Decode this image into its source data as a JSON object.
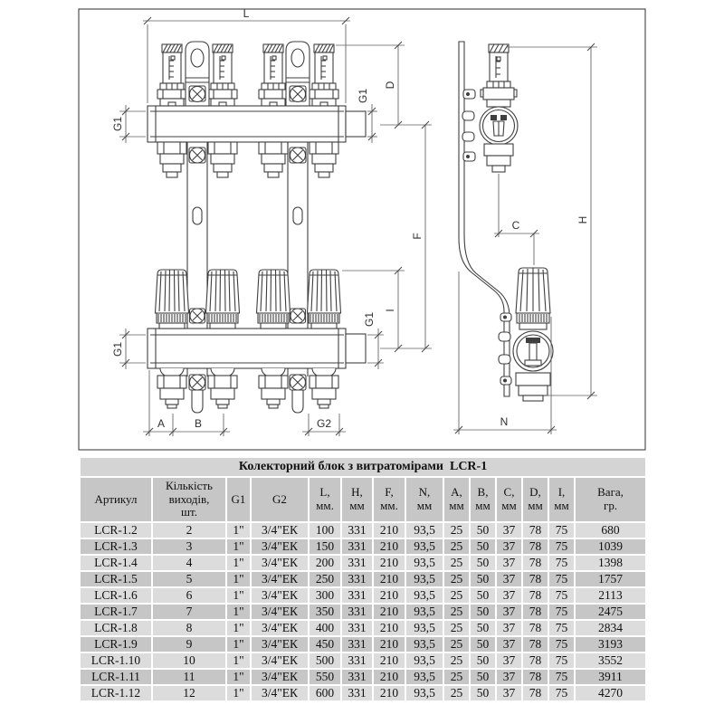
{
  "drawing": {
    "dim_labels": {
      "L": "L",
      "D": "D",
      "F": "F",
      "I": "I",
      "A": "A",
      "B": "B",
      "C": "C",
      "N": "N",
      "H": "H",
      "G1_top_left": "G1",
      "G1_top_right": "G1",
      "G1_bottom_left": "G1",
      "G1_bottom_right": "G1",
      "G2": "G2"
    }
  },
  "table": {
    "title": "Колекторний блок з витратомірами  LCR-1",
    "columns": [
      "Артикул",
      "Кількість\nвиходів,\nшт.",
      "G1",
      "G2",
      "L,\nмм.",
      "H,\nмм",
      "F,\nмм.",
      "N,\nмм",
      "A,\nмм",
      "B,\nмм",
      "C,\nмм",
      "D,\nмм",
      "I,\nмм",
      "Вага,\nгр."
    ],
    "rows": [
      [
        "LCR-1.2",
        "2",
        "1\"",
        "3/4\"ЕК",
        "100",
        "331",
        "210",
        "93,5",
        "25",
        "50",
        "37",
        "78",
        "75",
        "680"
      ],
      [
        "LCR-1.3",
        "3",
        "1\"",
        "3/4\"ЕК",
        "150",
        "331",
        "210",
        "93,5",
        "25",
        "50",
        "37",
        "78",
        "75",
        "1039"
      ],
      [
        "LCR-1.4",
        "4",
        "1\"",
        "3/4\"ЕК",
        "200",
        "331",
        "210",
        "93,5",
        "25",
        "50",
        "37",
        "78",
        "75",
        "1398"
      ],
      [
        "LCR-1.5",
        "5",
        "1\"",
        "3/4\"ЕК",
        "250",
        "331",
        "210",
        "93,5",
        "25",
        "50",
        "37",
        "78",
        "75",
        "1757"
      ],
      [
        "LCR-1.6",
        "6",
        "1\"",
        "3/4\"ЕК",
        "300",
        "331",
        "210",
        "93,5",
        "25",
        "50",
        "37",
        "78",
        "75",
        "2113"
      ],
      [
        "LCR-1.7",
        "7",
        "1\"",
        "3/4\"ЕК",
        "350",
        "331",
        "210",
        "93,5",
        "25",
        "50",
        "37",
        "78",
        "75",
        "2475"
      ],
      [
        "LCR-1.8",
        "8",
        "1\"",
        "3/4\"ЕК",
        "400",
        "331",
        "210",
        "93,5",
        "25",
        "50",
        "37",
        "78",
        "75",
        "2834"
      ],
      [
        "LCR-1.9",
        "9",
        "1\"",
        "3/4\"ЕК",
        "450",
        "331",
        "210",
        "93,5",
        "25",
        "50",
        "37",
        "78",
        "75",
        "3193"
      ],
      [
        "LCR-1.10",
        "10",
        "1\"",
        "3/4\"ЕК",
        "500",
        "331",
        "210",
        "93,5",
        "25",
        "50",
        "37",
        "78",
        "75",
        "3552"
      ],
      [
        "LCR-1.11",
        "11",
        "1\"",
        "3/4\"ЕК",
        "550",
        "331",
        "210",
        "93,5",
        "25",
        "50",
        "37",
        "78",
        "75",
        "3911"
      ],
      [
        "LCR-1.12",
        "12",
        "1\"",
        "3/4\"ЕК",
        "600",
        "331",
        "210",
        "93,5",
        "25",
        "50",
        "37",
        "78",
        "75",
        "4270"
      ]
    ]
  }
}
